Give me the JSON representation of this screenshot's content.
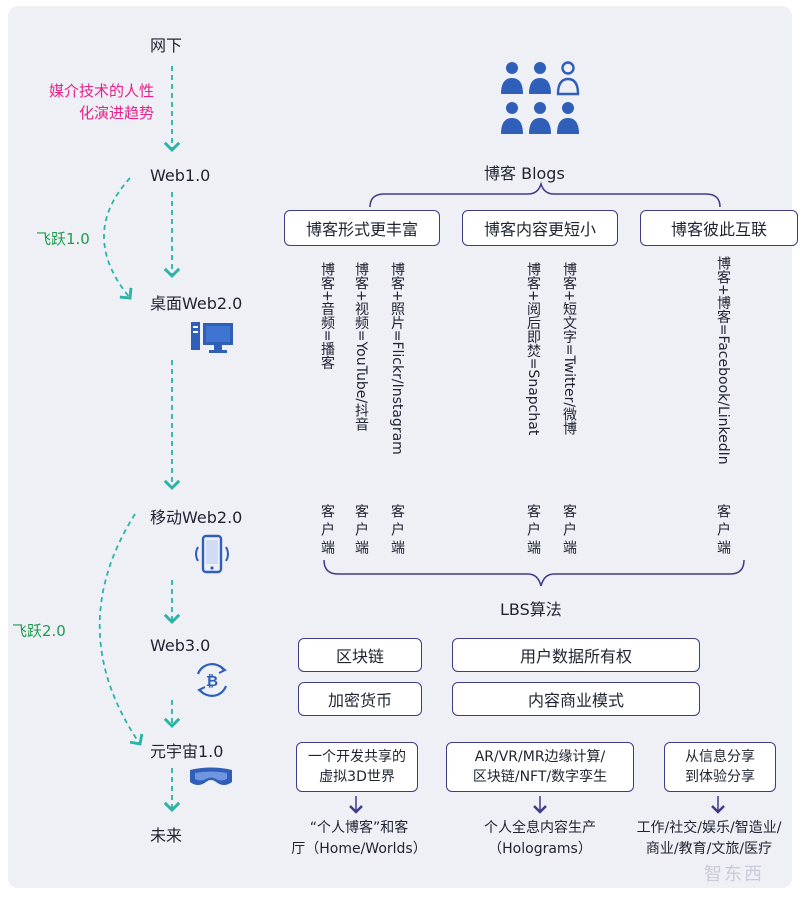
{
  "timeline": {
    "stages": [
      "网下",
      "Web1.0",
      "桌面Web2.0",
      "移动Web2.0",
      "Web3.0",
      "元宇宙1.0",
      "未来"
    ],
    "trend_note": [
      "媒介技术的人性",
      "化演进趋势"
    ],
    "leap_1": "飞跃1.0",
    "leap_2": "飞跃2.0"
  },
  "blogs": {
    "title": "博客 Blogs",
    "categories": [
      "博客形式更丰富",
      "博客内容更短小",
      "博客彼此互联"
    ],
    "formulas": [
      "博客+音频=播客",
      "博客+视频=YouTube/抖音",
      "博客+照片=Flickr/Instagram",
      "博客+阅后即焚=Snapchat",
      "博客+短文字=Twitter/微博",
      "博客+博客=Facebook/LinkedIn"
    ],
    "client_label": "客户端"
  },
  "lbs": {
    "label": "LBS算法"
  },
  "web3_boxes": [
    "区块链",
    "用户数据所有权",
    "加密货币",
    "内容商业模式"
  ],
  "metaverse": {
    "boxes": [
      [
        "一个开发共享的",
        "虚拟3D世界"
      ],
      [
        "AR/VR/MR边缘计算/",
        "区块链/NFT/数字孪生"
      ],
      [
        "从信息分享",
        "到体验分享"
      ]
    ],
    "outcomes": [
      [
        "“个人博客”和客",
        "厅（Home/Worlds）"
      ],
      [
        "个人全息内容生产",
        "（Holograms）"
      ],
      [
        "工作/社交/娱乐/智造业/",
        "商业/教育/文旅/医疗"
      ]
    ]
  },
  "watermark": "智东西",
  "colors": {
    "accent": "#3d3a86",
    "icon_blue": "#2f5fb8",
    "dash_teal": "#2bb3a6",
    "pink": "#e4238a",
    "green": "#1e9a4c"
  },
  "icons": [
    "people-group-icon",
    "desktop-computer-icon",
    "mobile-phone-icon",
    "bitcoin-cycle-icon",
    "vr-headset-icon"
  ]
}
